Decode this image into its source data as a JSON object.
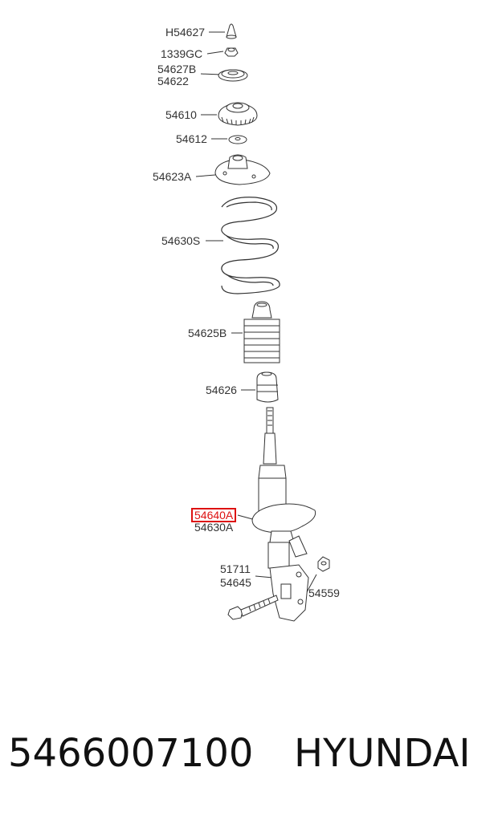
{
  "parts": {
    "h54627": "H54627",
    "p1339gc": "1339GC",
    "p54627b": "54627B",
    "p54622": "54622",
    "p54610": "54610",
    "p54612": "54612",
    "p54623a": "54623A",
    "p54630s": "54630S",
    "p54625b": "54625B",
    "p54626": "54626",
    "p54640a": "54640A",
    "p54630a": "54630A",
    "p51711": "51711",
    "p54645": "54645",
    "p54559": "54559"
  },
  "footer": {
    "part_number": "5466007100",
    "brand": "HYUNDAI"
  },
  "colors": {
    "highlight": "#d11111",
    "line": "#333333"
  }
}
